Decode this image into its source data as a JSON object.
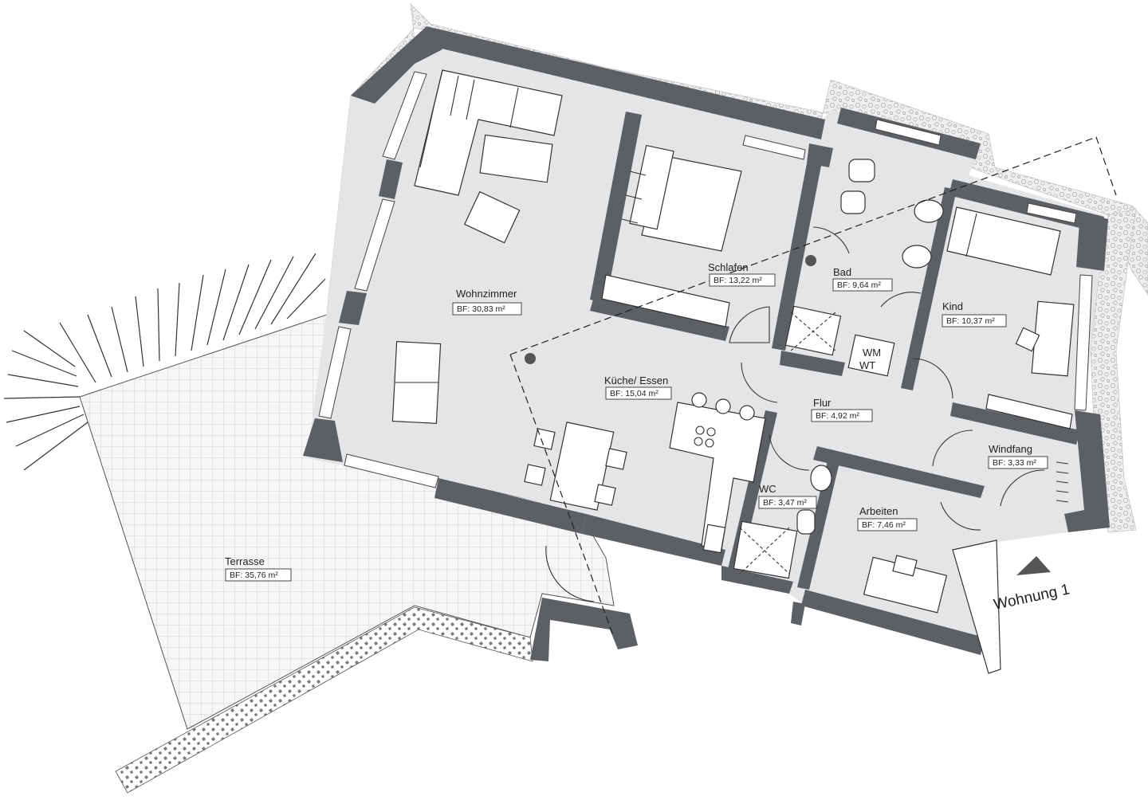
{
  "plan": {
    "unit_label": "Wohnung 1",
    "colors": {
      "wall": "#5c5f63",
      "floor": "#e4e5e6",
      "terrace_grid": "#c8c9ca",
      "line": "#333333"
    },
    "rooms": [
      {
        "id": "wohnzimmer",
        "name": "Wohnzimmer",
        "area": "BF: 30,83 m²"
      },
      {
        "id": "schlafen",
        "name": "Schlafen",
        "area": "BF: 13,22 m²"
      },
      {
        "id": "bad",
        "name": "Bad",
        "area": "BF: 9,64 m²"
      },
      {
        "id": "kind",
        "name": "Kind",
        "area": "BF: 10,37 m²"
      },
      {
        "id": "kueche",
        "name": "Küche/ Essen",
        "area": "BF: 15,04 m²"
      },
      {
        "id": "flur",
        "name": "Flur",
        "area": "BF: 4,92 m²"
      },
      {
        "id": "windfang",
        "name": "Windfang",
        "area": "BF: 3,33 m²"
      },
      {
        "id": "wc",
        "name": "WC",
        "area": "BF: 3,47 m²"
      },
      {
        "id": "arbeiten",
        "name": "Arbeiten",
        "area": "BF: 7,46 m²"
      },
      {
        "id": "terrasse",
        "name": "Terrasse",
        "area": "BF: 35,76 m²"
      }
    ],
    "fixtures": {
      "wm": "WM",
      "wt": "WT"
    },
    "icons": [
      "entrance-arrow-icon",
      "stove-icon",
      "sink-icon",
      "toilet-icon",
      "bed-icon",
      "sofa-icon"
    ]
  }
}
